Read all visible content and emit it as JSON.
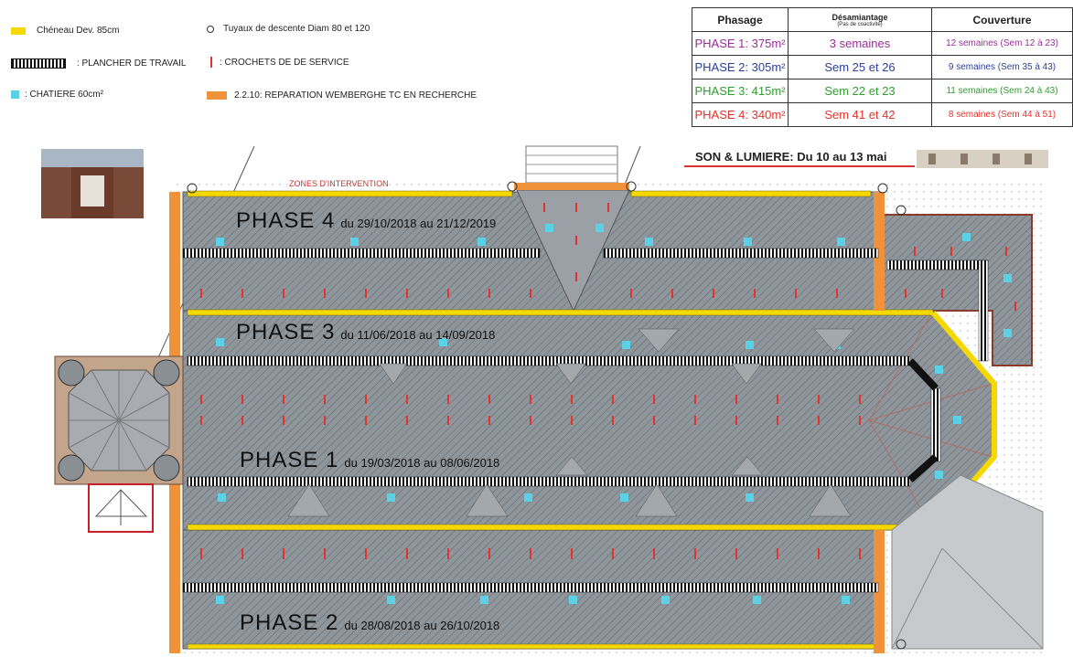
{
  "legend": {
    "cheneau": "Chéneau Dev. 85cm",
    "plancher": ": PLANCHER DE TRAVAIL",
    "chatiere": ": CHATIERE 60cm²",
    "tuyaux": "Tuyaux de descente Diam 80 et 120",
    "crochets": ": CROCHETS DE DE SERVICE",
    "reparation": "2.2.10: REPARATION WEMBERGHE TC EN RECHERCHE"
  },
  "colors": {
    "cheneau": "#f5d800",
    "plancher": "#1a1a1a",
    "chatiere": "#5ad1e6",
    "crochet": "#e8312b",
    "reparation": "#f0923a",
    "phase1": "#9b2c9b",
    "phase2": "#2b3f9b",
    "phase3": "#2e9e2e",
    "phase4": "#e8312b",
    "roof": "#8e959b"
  },
  "table": {
    "headers": {
      "phasage": "Phasage",
      "desamiantage": "Désamiantage",
      "desamiantage_sub": "(Pas de coactivité)",
      "couverture": "Couverture"
    },
    "rows": [
      {
        "phase": "PHASE 1: 375m²",
        "desamiantage": "3 semaines",
        "couverture": "12 semaines (Sem 12 à 23)",
        "color": "#9b2c9b"
      },
      {
        "phase": "PHASE 2: 305m²",
        "desamiantage": "Sem 25 et 26",
        "couverture": "9 semaines (Sem 35 à 43)",
        "color": "#2b3f9b"
      },
      {
        "phase": "PHASE 3: 415m²",
        "desamiantage": "Sem 22 et 23",
        "couverture": "11 semaines (Sem 24 à 43)",
        "color": "#2e9e2e"
      },
      {
        "phase": "PHASE 4: 340m²",
        "desamiantage": "Sem 41 et 42",
        "couverture": "8 semaines (Sem 44 à 51)",
        "color": "#e8312b"
      }
    ]
  },
  "son_lumiere": "SON & LUMIERE: Du 10 au 13 mai",
  "zones": "ZONES D'INTERVENTION",
  "phases": {
    "p4": {
      "name": "PHASE 4",
      "dates": "du 29/10/2018 au 21/12/2019"
    },
    "p3": {
      "name": "PHASE 3",
      "dates": "du 11/06/2018 au 14/09/2018"
    },
    "p1": {
      "name": "PHASE 1",
      "dates": "du 19/03/2018 au 08/06/2018"
    },
    "p2": {
      "name": "PHASE 2",
      "dates": "du 28/08/2018 au 26/10/2018"
    }
  }
}
